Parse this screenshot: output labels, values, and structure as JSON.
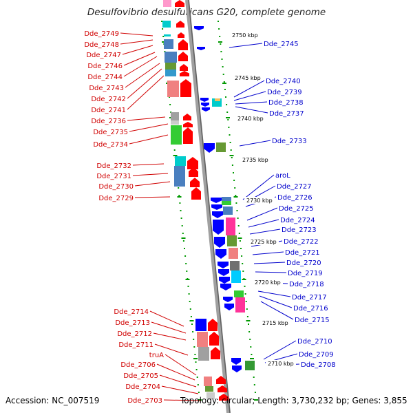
{
  "title": "Desulfovibrio desulfuricans G20, complete genome",
  "footer": {
    "accession": "Accession: NC_007519",
    "info": "Topology: circular; Length: 3,730,232 bp; Genes: 3,855"
  },
  "scale_labels": [
    "2750 kbp",
    "2745 kbp",
    "2740 kbp",
    "2735 kbp",
    "2730 kbp",
    "2725 kbp",
    "2720 kbp",
    "2715 kbp",
    "2710 kbp"
  ],
  "left_genes": [
    "Dde_2749",
    "Dde_2748",
    "Dde_2747",
    "Dde_2746",
    "Dde_2744",
    "Dde_2743",
    "Dde_2742",
    "Dde_2741",
    "Dde_2736",
    "Dde_2735",
    "Dde_2734",
    "Dde_2732",
    "Dde_2731",
    "Dde_2730",
    "Dde_2729",
    "Dde_2714",
    "Dde_2713",
    "Dde_2712",
    "Dde_2711",
    "truA",
    "Dde_2706",
    "Dde_2705",
    "Dde_2704",
    "Dde_2703"
  ],
  "right_genes": [
    "Dde_2745",
    "Dde_2740",
    "Dde_2739",
    "Dde_2738",
    "Dde_2737",
    "Dde_2733",
    "aroL",
    "Dde_2727",
    "Dde_2726",
    "Dde_2725",
    "Dde_2724",
    "Dde_2723",
    "Dde_2722",
    "Dde_2721",
    "Dde_2720",
    "Dde_2719",
    "Dde_2718",
    "Dde_2717",
    "Dde_2716",
    "Dde_2715",
    "Dde_2710",
    "Dde_2709",
    "Dde_2708"
  ],
  "colors": {
    "forward": "#ff0000",
    "reverse": "#0000ff",
    "backbone": "#a0a0a0",
    "ticks": "#009900",
    "left_label": "#d00000",
    "right_label": "#0000cc"
  }
}
